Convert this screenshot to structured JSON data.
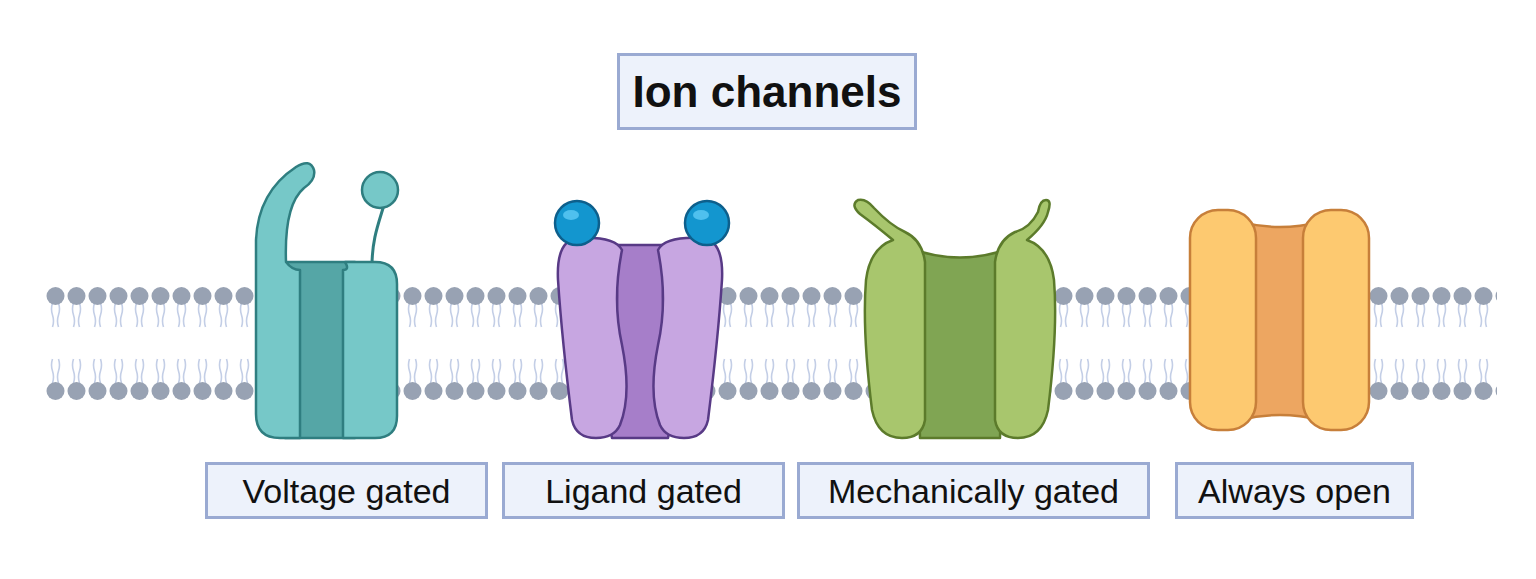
{
  "diagram": {
    "title": "Ion channels",
    "nodes": [
      {
        "text": [
          "Voltage gated"
        ]
      },
      {
        "text": [
          "Ligand gated"
        ]
      },
      {
        "text": [
          "Mechanically gated"
        ]
      },
      {
        "text": [
          "Always open"
        ]
      }
    ]
  }
}
